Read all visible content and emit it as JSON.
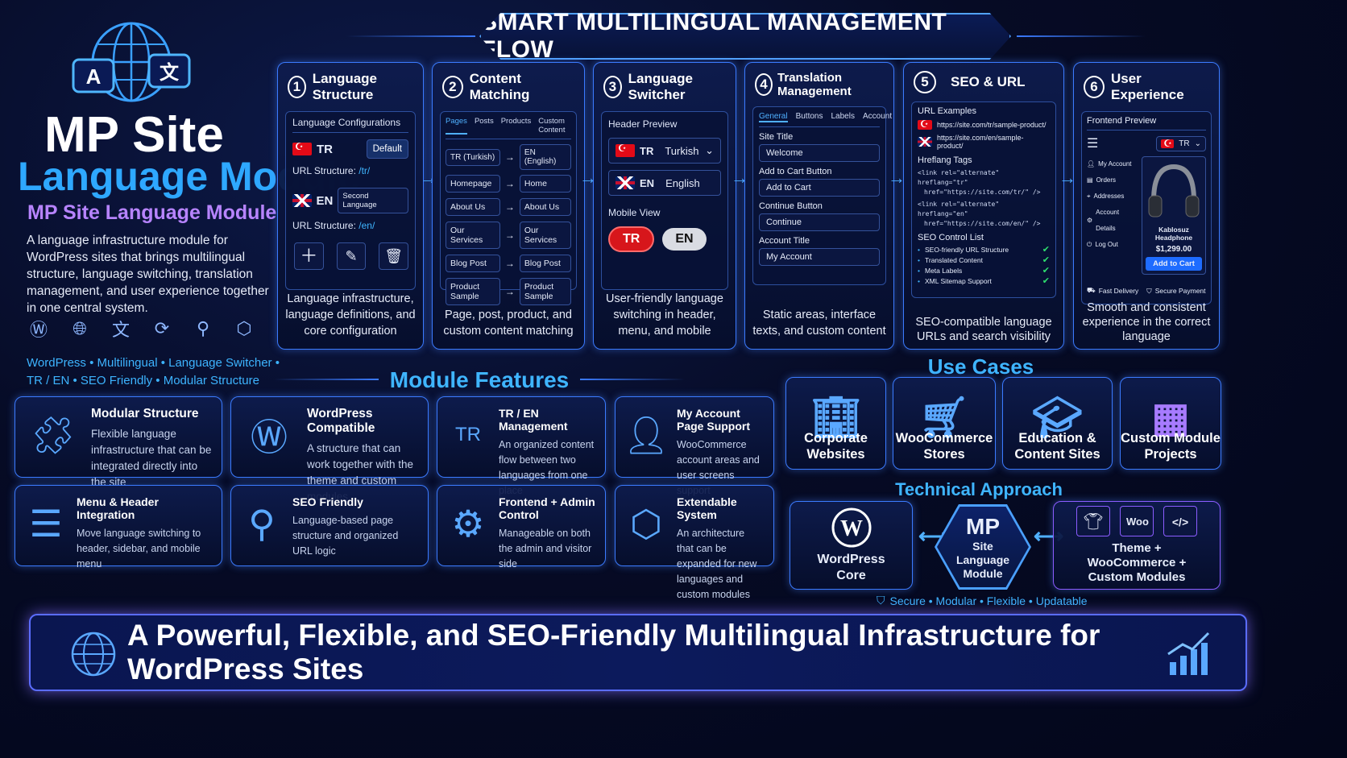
{
  "header": {
    "title": "SMART MULTILINGUAL MANAGEMENT FLOW"
  },
  "brand": {
    "title": "MP Site",
    "subtitle": "Language Module",
    "module_name": "MP Site Language Module",
    "description": "A language infrastructure module for WordPress sites that brings multilingual structure, language switching, translation management, and user experience together in one central system.",
    "tags_line1": "WordPress • Multilingual • Language Switcher •",
    "tags_line2": "TR / EN • SEO Friendly • Modular Structure",
    "icons": [
      "wordpress-icon",
      "globe-icon",
      "translate-icon",
      "sync-icon",
      "search-icon",
      "cube-icon"
    ],
    "logo_letter_a": "A",
    "logo_letter_b": "文"
  },
  "steps": [
    {
      "num": "1",
      "title": "Language Structure",
      "panel_title": "Language Configurations",
      "tr_code": "TR",
      "tr_badge": "Default",
      "tr_url_label": "URL Structure:",
      "tr_url": "/tr/",
      "en_code": "EN",
      "en_badge": "Second Language",
      "en_url_label": "URL Structure:",
      "en_url": "/en/",
      "caption": "Language infrastructure, language definitions, and core configuration"
    },
    {
      "num": "2",
      "title": "Content Matching",
      "tabs": [
        "Pages",
        "Posts",
        "Products",
        "Custom Content"
      ],
      "from_lang": "TR (Turkish)",
      "to_lang": "EN (English)",
      "pairs": [
        [
          "Homepage",
          "Home"
        ],
        [
          "About Us",
          "About Us"
        ],
        [
          "Our Services",
          "Our Services"
        ],
        [
          "Blog Post",
          "Blog Post"
        ],
        [
          "Product Sample",
          "Product Sample"
        ]
      ],
      "caption": "Page, post, product, and custom content matching"
    },
    {
      "num": "3",
      "title": "Language Switcher",
      "panel_title": "Header Preview",
      "tr_code": "TR",
      "tr_name": "Turkish",
      "en_code": "EN",
      "en_name": "English",
      "mobile_title": "Mobile View",
      "mobile_tr": "TR",
      "mobile_en": "EN",
      "caption": "User-friendly language switching in header, menu, and mobile"
    },
    {
      "num": "4",
      "title": "Translation Management",
      "tabs": [
        "General",
        "Buttons",
        "Labels",
        "Account"
      ],
      "fields": [
        [
          "Site Title",
          "Welcome"
        ],
        [
          "Add to Cart Button",
          "Add to Cart"
        ],
        [
          "Continue Button",
          "Continue"
        ],
        [
          "Account Title",
          "My Account"
        ]
      ],
      "caption": "Static areas, interface texts, and custom content"
    },
    {
      "num": "5",
      "title": "SEO & URL",
      "panel_title": "URL Examples",
      "url_tr": "https://site.com/tr/sample-product/",
      "url_en": "https://site.com/en/sample-product/",
      "hreflang_title": "Hreflang Tags",
      "hreflang_tr_a": "<link rel=\"alternate\" hreflang=\"tr\"",
      "hreflang_tr_b": "href=\"https://site.com/tr/\" />",
      "hreflang_en_a": "<link rel=\"alternate\" hreflang=\"en\"",
      "hreflang_en_b": "href=\"https://site.com/en/\" />",
      "control_title": "SEO Control List",
      "controls": [
        "SEO-friendly URL Structure",
        "Translated Content",
        "Meta Labels",
        "XML Sitemap Support"
      ],
      "caption": "SEO-compatible language URLs and search visibility"
    },
    {
      "num": "6",
      "title": "User Experience",
      "panel_title": "Frontend Preview",
      "lang": "TR",
      "menu": [
        "My Account",
        "Orders",
        "Addresses",
        "Account Details",
        "Log Out"
      ],
      "product_name": "Kablosuz Headphone",
      "price": "$1,299.00",
      "cart_button": "Add to Cart",
      "badge1": "Fast Delivery",
      "badge2": "Secure Payment",
      "caption": "Smooth and consistent experience in the correct language"
    }
  ],
  "features": {
    "title": "Module Features",
    "items": [
      {
        "title": "Modular Structure",
        "text": "Flexible language infrastructure that can be integrated directly into the site",
        "icon": "puzzle-icon"
      },
      {
        "title": "WordPress Compatible",
        "text": "A structure that can work together with the theme and custom modules",
        "icon": "wordpress-icon"
      },
      {
        "title": "TR / EN Management",
        "text": "An organized content flow between two languages from one place",
        "icon": "tr-en-icon"
      },
      {
        "title": "My Account Page Support",
        "text": "WooCommerce account areas and user screens support",
        "icon": "user-icon"
      },
      {
        "title": "Menu & Header Integration",
        "text": "Move language switching to header, sidebar, and mobile menu",
        "icon": "menu-icon"
      },
      {
        "title": "SEO Friendly",
        "text": "Language-based page structure and organized URL logic",
        "icon": "search-icon"
      },
      {
        "title": "Frontend + Admin Control",
        "text": "Manageable on both the admin and visitor side",
        "icon": "monitor-gear-icon"
      },
      {
        "title": "Extendable System",
        "text": "An architecture that can be expanded for new languages and custom modules",
        "icon": "cube-icon"
      }
    ]
  },
  "use_cases": {
    "title": "Use Cases",
    "items": [
      {
        "label": "Corporate Websites",
        "icon": "building-icon"
      },
      {
        "label": "WooCommerce Stores",
        "icon": "cart-icon"
      },
      {
        "label": "Education & Content Sites",
        "icon": "graduation-icon"
      },
      {
        "label": "Custom Module Projects",
        "icon": "blocks-icon"
      }
    ]
  },
  "technical": {
    "title": "Technical Approach",
    "left": "WordPress Core",
    "center_big": "MP",
    "center_sub": "Site Language Module",
    "right": "Theme + WooCommerce + Custom Modules",
    "right_woo": "Woo",
    "right_code": "</>",
    "footer": "Secure • Modular • Flexible • Updatable"
  },
  "banner": {
    "text": "A Powerful, Flexible, and SEO-Friendly Multilingual Infrastructure for WordPress Sites"
  },
  "colors": {
    "accent": "#3fb5ff",
    "purple": "#b784ff",
    "red": "#d7161b",
    "green": "#2ee06e"
  }
}
